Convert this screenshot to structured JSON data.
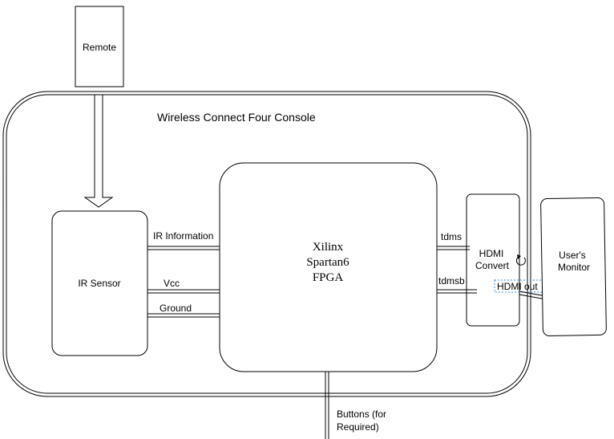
{
  "diagram": {
    "remote": "Remote",
    "console_title": "Wireless Connect Four Console",
    "ir_sensor": "IR Sensor",
    "fpga": {
      "line1": "Xilinx",
      "line2": "Spartan6",
      "line3": "FPGA"
    },
    "hdmi_convert": {
      "line1": "HDMI",
      "line2": "Convert"
    },
    "hdmi_out": "HDMI out",
    "users_monitor": {
      "line1": "User's",
      "line2": "Monitor"
    },
    "signals": {
      "ir_information": "IR Information",
      "vcc": "Vcc",
      "ground": "Ground",
      "tdms": "tdms",
      "tdmsb": "tdmsb"
    },
    "buttons": {
      "line1": "Buttons (for",
      "line2": "Required)"
    }
  }
}
